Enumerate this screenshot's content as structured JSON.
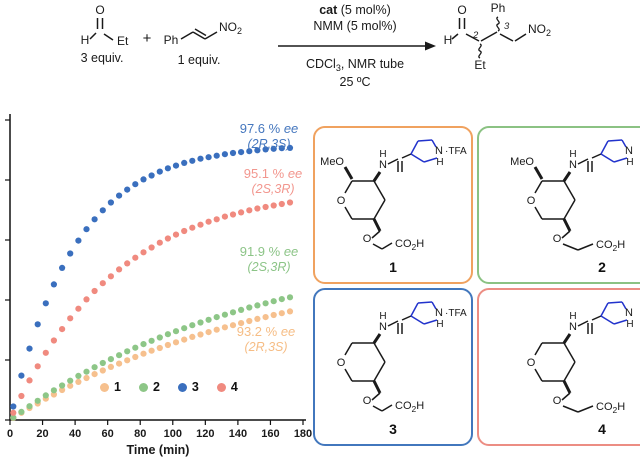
{
  "scheme": {
    "aldehyde": {
      "o": "O",
      "h": "H",
      "et": "Et",
      "equiv": "3 equiv."
    },
    "plus": "+",
    "nitrostyrene": {
      "ph": "Ph",
      "no2_main": "NO",
      "no2_sub": "2",
      "equiv": "1 equiv."
    },
    "conditions": {
      "cat_bold": "cat",
      "cat_rest": " (5 mol%)",
      "nmm": "NMM (5 mol%)",
      "solvent_main": "CDCl",
      "solvent_sub": "3",
      "solvent_rest": ", NMR tube",
      "temp": "25 ºC"
    },
    "product": {
      "o": "O",
      "h": "H",
      "ph": "Ph",
      "c2": "2",
      "c3": "3",
      "no2_main": "NO",
      "no2_sub": "2",
      "et": "Et"
    }
  },
  "chart": {
    "xlabel": "Time (min)",
    "annotations": [
      {
        "value": "97.6 % ",
        "ee": "ee",
        "config": "(2R,3S)",
        "color": "#4577be"
      },
      {
        "value": "95.1 % ",
        "ee": "ee",
        "config": "(2S,3R)",
        "color": "#f2968e"
      },
      {
        "value": "91.9 % ",
        "ee": "ee",
        "config": "(2S,3R)",
        "color": "#8cc487"
      },
      {
        "value": "93.2 % ",
        "ee": "ee",
        "config": "(2R,3S)",
        "color": "#f6bd85"
      }
    ],
    "legend": [
      {
        "label": "1",
        "color": "#f6c08e"
      },
      {
        "label": "2",
        "color": "#8dc687"
      },
      {
        "label": "3",
        "color": "#3a6fbe"
      },
      {
        "label": "4",
        "color": "#f08a7f"
      }
    ]
  },
  "chart_data": {
    "type": "scatter",
    "title": "",
    "xlabel": "Time (min)",
    "ylabel": "",
    "xlim": [
      0,
      180
    ],
    "ylim": [
      0,
      100
    ],
    "grid": false,
    "legend_position": "bottom-center-inside",
    "x_ticks": [
      0,
      20,
      40,
      60,
      80,
      100,
      120,
      140,
      160,
      180
    ],
    "y_ticks": [
      0,
      20,
      40,
      60,
      80,
      100
    ],
    "x": [
      2,
      7,
      12,
      17,
      22,
      27,
      32,
      37,
      42,
      47,
      52,
      57,
      62,
      67,
      72,
      77,
      82,
      87,
      92,
      97,
      102,
      107,
      112,
      117,
      122,
      127,
      132,
      137,
      142,
      147,
      152,
      157,
      162,
      167,
      172
    ],
    "series": [
      {
        "name": "1",
        "color": "#f6c08e",
        "ee": "93.2 % ee",
        "config": "(2R,3S)",
        "values": [
          0.7,
          2.4,
          4.0,
          5.5,
          7.1,
          8.5,
          10.0,
          11.4,
          12.7,
          14.0,
          15.3,
          16.5,
          17.7,
          18.8,
          19.9,
          21.0,
          22.1,
          23.1,
          24.0,
          25.0,
          25.9,
          26.8,
          27.7,
          28.5,
          29.3,
          30.1,
          30.9,
          31.6,
          32.3,
          33.0,
          33.7,
          34.3,
          35.0,
          35.6,
          36.2
        ]
      },
      {
        "name": "2",
        "color": "#8dc687",
        "ee": "91.9 % ee",
        "config": "(2S,3R)",
        "values": [
          0.8,
          2.7,
          4.6,
          6.4,
          8.2,
          9.9,
          11.5,
          13.1,
          14.7,
          16.1,
          17.6,
          19.0,
          20.3,
          21.6,
          22.9,
          24.1,
          25.3,
          26.4,
          27.5,
          28.6,
          29.6,
          30.6,
          31.6,
          32.5,
          33.4,
          34.3,
          35.1,
          35.9,
          36.7,
          37.5,
          38.2,
          38.9,
          39.6,
          40.3,
          40.9
        ]
      },
      {
        "name": "3",
        "color": "#3a6fbe",
        "ee": "97.6 % ee",
        "config": "(2R,3S)",
        "values": [
          4.5,
          14.8,
          23.8,
          31.9,
          38.9,
          45.2,
          50.7,
          55.5,
          59.8,
          63.6,
          66.9,
          69.9,
          72.5,
          74.8,
          76.8,
          78.6,
          80.2,
          81.5,
          82.8,
          83.9,
          84.8,
          85.7,
          86.4,
          87.1,
          87.6,
          88.1,
          88.6,
          89.0,
          89.3,
          89.6,
          89.9,
          90.2,
          90.4,
          90.6,
          90.7
        ]
      },
      {
        "name": "4",
        "color": "#f08a7f",
        "ee": "95.1 % ee",
        "config": "(2S,3R)",
        "values": [
          2.4,
          8.0,
          13.2,
          17.9,
          22.4,
          26.5,
          30.3,
          33.9,
          37.1,
          40.2,
          43.0,
          45.6,
          47.9,
          50.2,
          52.2,
          54.1,
          55.9,
          57.5,
          59.1,
          60.5,
          61.8,
          63.0,
          64.1,
          65.1,
          66.1,
          66.9,
          67.8,
          68.5,
          69.2,
          69.9,
          70.5,
          71.0,
          71.5,
          72.0,
          72.5
        ]
      }
    ]
  },
  "catalysts": [
    {
      "number": "1",
      "border_color": "#f0a25f",
      "meo": "MeO",
      "ring_o": "O",
      "amide_n": "N",
      "amide_h": "H",
      "pyrr_n": "N",
      "pyrr_h": "H",
      "tfa": "·TFA",
      "ether_o": "O",
      "co2_main": "CO",
      "co2_sub": "2",
      "co2_h": "H"
    },
    {
      "number": "2",
      "border_color": "#8bc283",
      "meo": "MeO",
      "ring_o": "O",
      "amide_n": "N",
      "amide_h": "H",
      "pyrr_n": "N",
      "pyrr_h": "H",
      "tfa": "",
      "ether_o": "O",
      "co2_main": "CO",
      "co2_sub": "2",
      "co2_h": "H"
    },
    {
      "number": "3",
      "border_color": "#4277bd",
      "meo": "",
      "ring_o": "O",
      "amide_n": "N",
      "amide_h": "H",
      "pyrr_n": "N",
      "pyrr_h": "H",
      "tfa": "·TFA",
      "ether_o": "O",
      "co2_main": "CO",
      "co2_sub": "2",
      "co2_h": "H"
    },
    {
      "number": "4",
      "border_color": "#ec8d83",
      "meo": "",
      "ring_o": "O",
      "amide_n": "N",
      "amide_h": "H",
      "pyrr_n": "N",
      "pyrr_h": "H",
      "tfa": "",
      "ether_o": "O",
      "co2_main": "CO",
      "co2_sub": "2",
      "co2_h": "H"
    }
  ]
}
